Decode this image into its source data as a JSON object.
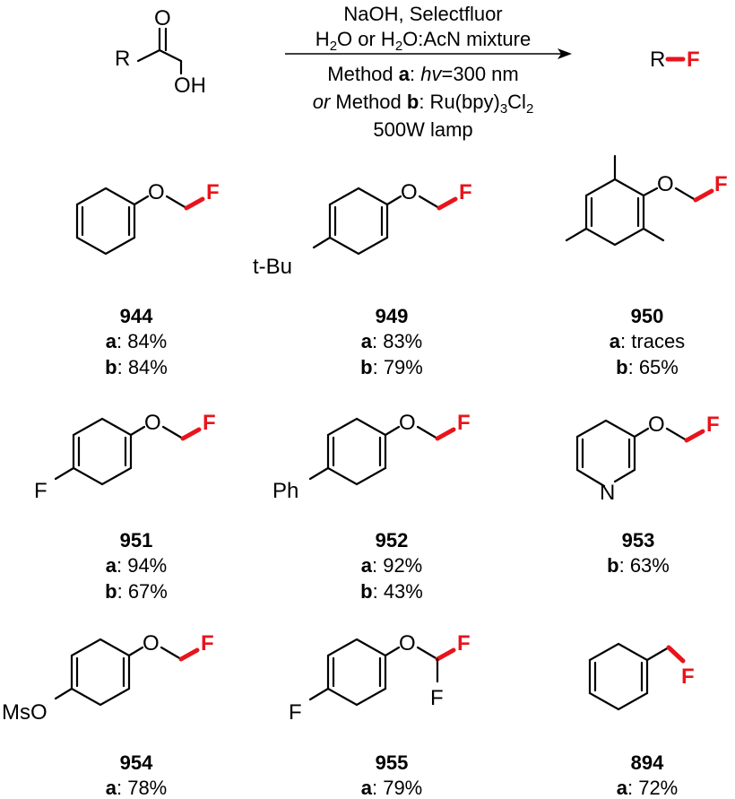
{
  "reaction": {
    "reactant": {
      "r": "R",
      "o": "O",
      "oh": "OH"
    },
    "conditions": {
      "line1": "NaOH, Selectfluor",
      "line2_h": "H",
      "line2_sub": "2",
      "line2_mid": "O or H",
      "line2_sub2": "2",
      "line2_end": "O:AcN mixture",
      "line3_pre": "Method ",
      "line3_bold": "a",
      "line3_colon": ": ",
      "line3_ital": "hv",
      "line3_end": "=300 nm",
      "line4_ital": "or",
      "line4_pre": " Method ",
      "line4_bold": "b",
      "line4_mid": ": Ru(bpy)",
      "line4_sub": "3",
      "line4_end": "Cl",
      "line4_sub2": "2",
      "line5": "500W lamp"
    },
    "product": {
      "r": "R",
      "f": "F"
    }
  },
  "compounds": [
    {
      "id": "944",
      "results": [
        {
          "method": "a",
          "value": ": 84%"
        },
        {
          "method": "b",
          "value": ": 84%"
        }
      ]
    },
    {
      "id": "949",
      "substituent": "t-Bu",
      "results": [
        {
          "method": "a",
          "value": ": 83%"
        },
        {
          "method": "b",
          "value": ": 79%"
        }
      ]
    },
    {
      "id": "950",
      "results": [
        {
          "method": "a",
          "value": ": traces"
        },
        {
          "method": "b",
          "value": ": 65%"
        }
      ]
    },
    {
      "id": "951",
      "substituent": "F",
      "results": [
        {
          "method": "a",
          "value": ": 94%"
        },
        {
          "method": "b",
          "value": ": 67%"
        }
      ]
    },
    {
      "id": "952",
      "substituent": "Ph",
      "results": [
        {
          "method": "a",
          "value": ": 92%"
        },
        {
          "method": "b",
          "value": ": 43%"
        }
      ]
    },
    {
      "id": "953",
      "ring_atom": "N",
      "results": [
        {
          "method": "b",
          "value": ": 63%"
        }
      ]
    },
    {
      "id": "954",
      "substituent": "MsO",
      "results": [
        {
          "method": "a",
          "value": ": 78%"
        }
      ]
    },
    {
      "id": "955",
      "substituent": "F",
      "extra_f": "F",
      "results": [
        {
          "method": "a",
          "value": ": 79%"
        }
      ]
    },
    {
      "id": "894",
      "results": [
        {
          "method": "a",
          "value": ": 72%"
        }
      ]
    }
  ],
  "atoms": {
    "oxygen": "O",
    "fluorine": "F"
  },
  "colors": {
    "fluorine": "#e8141c",
    "text": "#000000"
  }
}
